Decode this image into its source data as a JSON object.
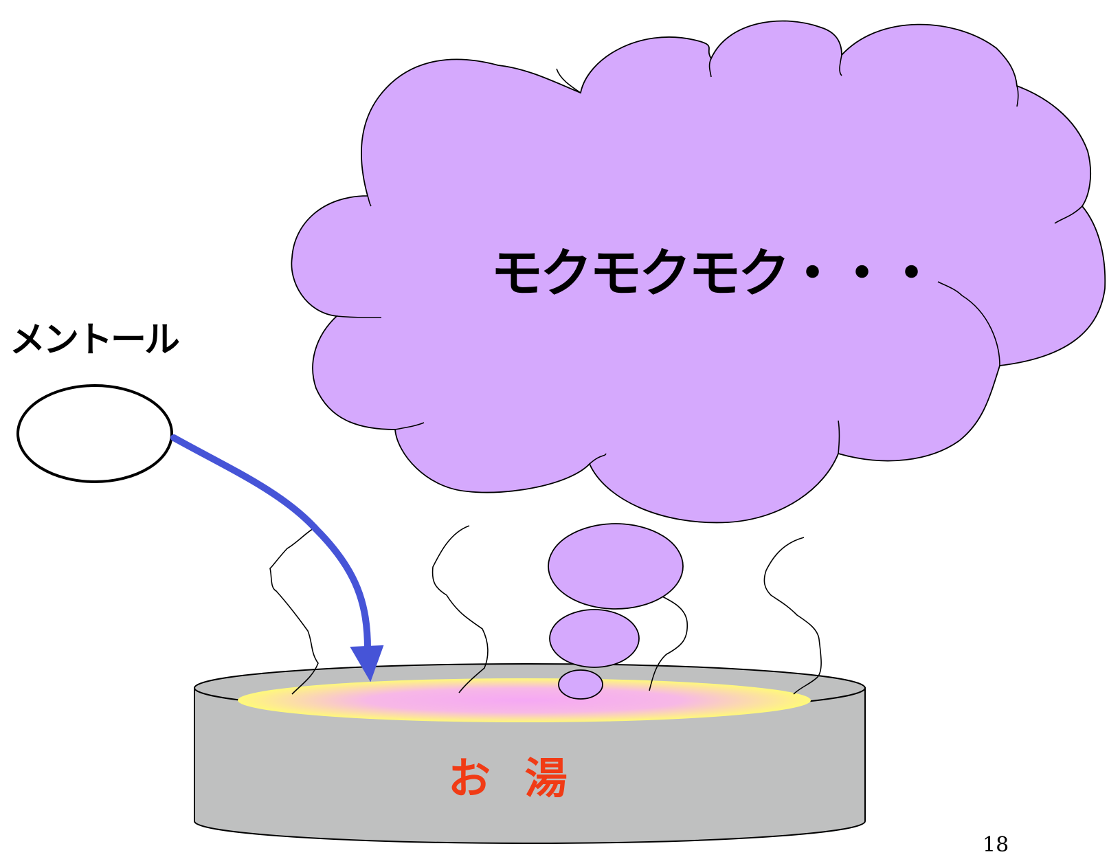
{
  "labels": {
    "menthol": "メントール",
    "cloud_text": "モクモクモク・・・",
    "hot_water": "お 湯",
    "page_number": "18"
  },
  "colors": {
    "cloud_fill": "#D5A9FD",
    "arrow": "#4654D7",
    "bath_body": "#BFC0C0",
    "water_edge": "#FFF97A",
    "water_center": "#F5A8F4",
    "hot_water_text": "#F13B15",
    "outline": "#000000"
  }
}
